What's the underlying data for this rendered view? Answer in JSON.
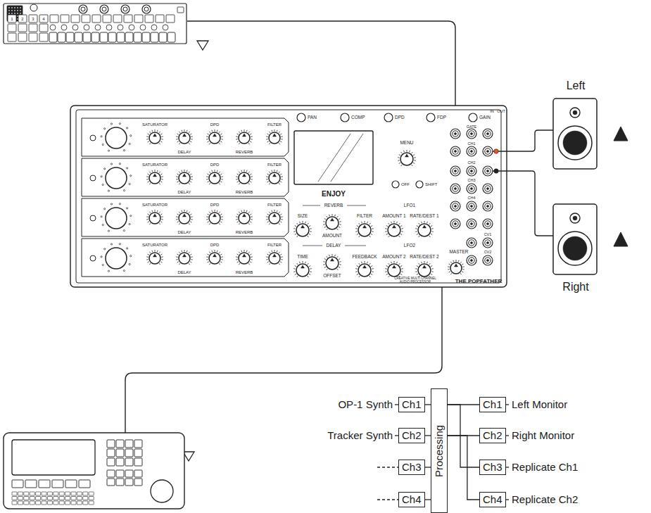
{
  "diagram": {
    "nodes": [
      {
        "text": [
          "Ch1"
        ]
      },
      {
        "text": [
          "Ch2"
        ]
      },
      {
        "text": [
          "Ch3"
        ]
      },
      {
        "text": [
          "Ch4"
        ]
      },
      {
        "text": [
          "Processing"
        ]
      },
      {
        "text": [
          "Ch1"
        ]
      },
      {
        "text": [
          "Ch2"
        ]
      },
      {
        "text": [
          "Ch3"
        ]
      },
      {
        "text": [
          "Ch4"
        ]
      }
    ],
    "edges": [
      {
        "from": 0,
        "to": 4,
        "arrow": "none"
      },
      {
        "from": 1,
        "to": 4,
        "arrow": "none"
      },
      {
        "from": 2,
        "to": 4,
        "arrow": "none"
      },
      {
        "from": 3,
        "to": 4,
        "arrow": "none"
      },
      {
        "from": 4,
        "to": 5,
        "arrow": "none"
      },
      {
        "from": 4,
        "to": 6,
        "arrow": "none"
      },
      {
        "from": 4,
        "to": 7,
        "arrow": "none"
      },
      {
        "from": 4,
        "to": 8,
        "arrow": "none"
      }
    ],
    "labels": [
      "Left",
      "Right",
      "OP-1 Synth",
      "Tracker Synth",
      "Left Monitor",
      "Right Monitor",
      "Replicate Ch1",
      "Replicate Ch2",
      "SATURATOR",
      "DELAY",
      "DPD",
      "REVERB",
      "FILTER",
      "SATURATOR",
      "DELAY",
      "DPD",
      "REVERB",
      "FILTER",
      "SATURATOR",
      "DELAY",
      "DPD",
      "REVERB",
      "FILTER",
      "SATURATOR",
      "DELAY",
      "DPD",
      "REVERB",
      "FILTER",
      "PAN",
      "COMP",
      "DPD",
      "FDP",
      "GAIN",
      "MENU",
      "OFF",
      "SHIFT",
      "ENJOY",
      "REVERB",
      "SIZE",
      "AMOUNT",
      "FILTER",
      "LFO1",
      "AMOUNT 1",
      "RATE/DEST 1",
      "DELAY",
      "TIME",
      "OFFSET",
      "FEEDBACK",
      "LFO2",
      "AMOUNT 2",
      "RATE/DEST 2",
      "MASTER",
      "CREATIVE MULTI CHANNEL AUDIO PROCESSOR",
      "THE POPFATHER",
      "IN",
      "OUT",
      "GATE",
      "CH1",
      "CH2",
      "CH3",
      "CH4",
      "CV1",
      "CV2",
      "1",
      "2",
      "3",
      "4"
    ]
  }
}
